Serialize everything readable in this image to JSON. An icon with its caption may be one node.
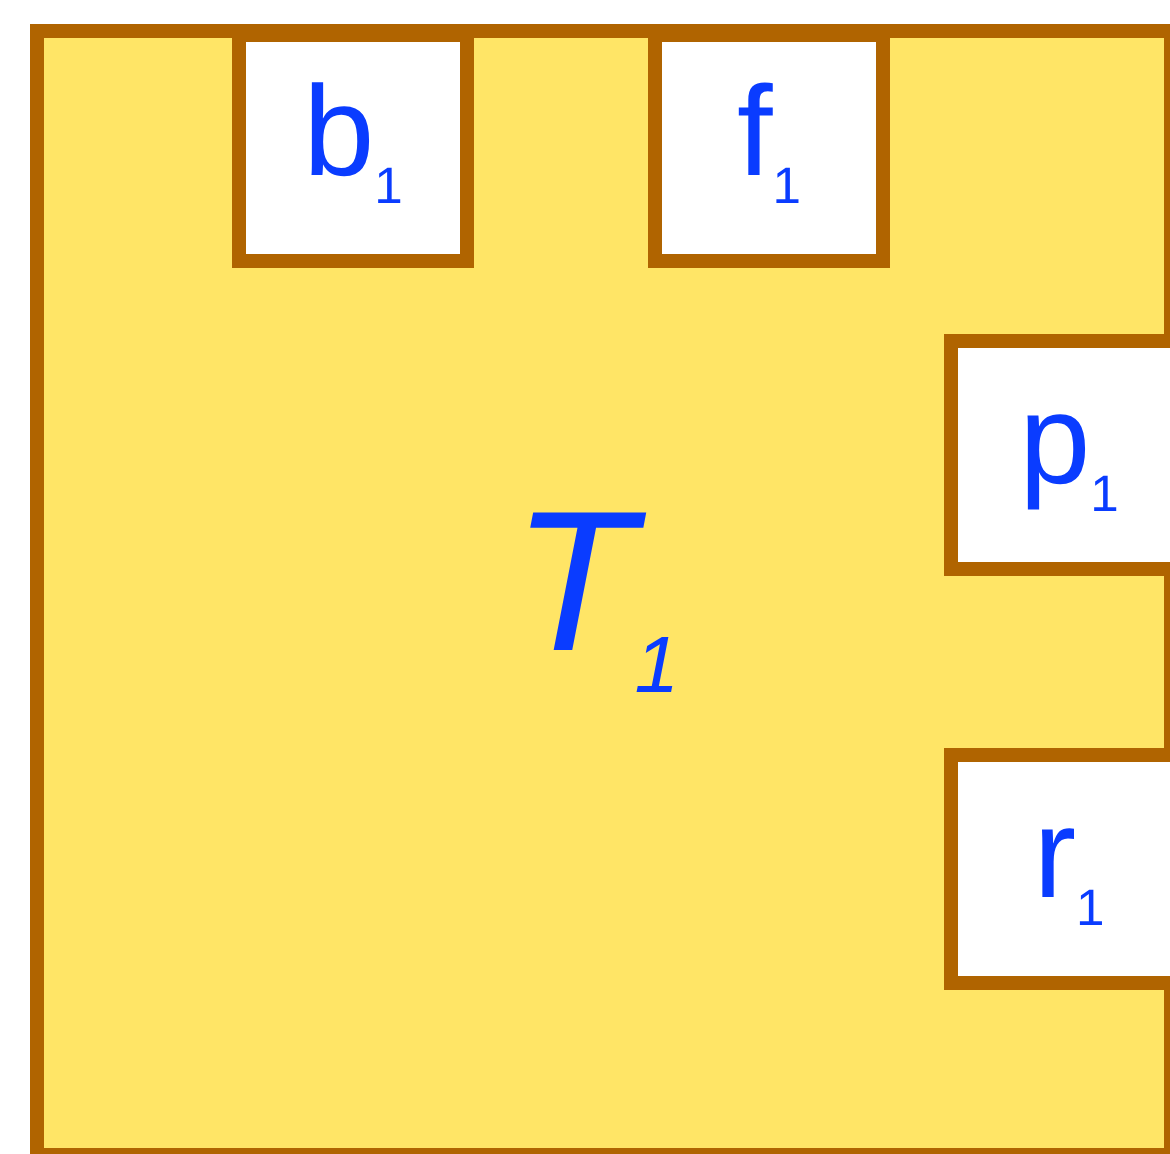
{
  "diagram": {
    "nodes": [
      {
        "text": [
          "T$_{1}$"
        ]
      },
      {
        "text": [
          "b$_{1}$"
        ],
        "in": 0
      },
      {
        "text": [
          "f$_{1}$"
        ],
        "in": 0
      },
      {
        "text": [
          "p$_{1}$"
        ],
        "in": 0
      },
      {
        "text": [
          "r$_{1}$"
        ],
        "in": 0
      }
    ]
  }
}
